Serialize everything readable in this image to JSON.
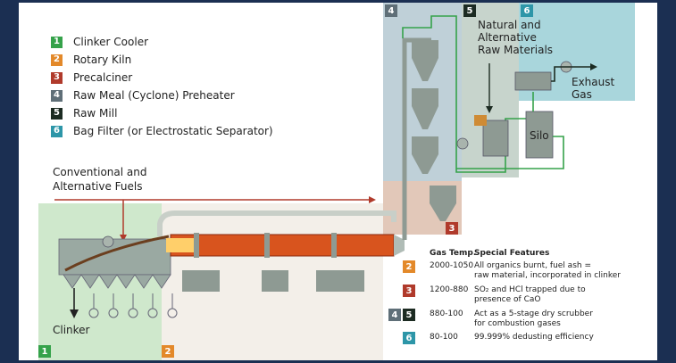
{
  "colors": {
    "c1": "#35a24a",
    "c2": "#e3892a",
    "c3": "#b03a2b",
    "c4": "#5f6f78",
    "c5": "#1c2b22",
    "c6": "#2d96a8",
    "page_bg": "#1b2f52"
  },
  "legend": [
    {
      "num": "1",
      "label": "Clinker Cooler",
      "color": "#35a24a"
    },
    {
      "num": "2",
      "label": "Rotary Kiln",
      "color": "#e3892a"
    },
    {
      "num": "3",
      "label": "Precalciner",
      "color": "#b03a2b"
    },
    {
      "num": "4",
      "label": "Raw Meal (Cyclone) Preheater",
      "color": "#5f6f78"
    },
    {
      "num": "5",
      "label": "Raw Mill",
      "color": "#1c2b22"
    },
    {
      "num": "6",
      "label": "Bag Filter (or Electrostatic Separator)",
      "color": "#2d96a8"
    }
  ],
  "diagram": {
    "fuels_line1": "Conventional and",
    "fuels_line2": "Alternative Fuels",
    "raw_line1": "Natural and",
    "raw_line2": "Alternative",
    "raw_line3": "Raw Materials",
    "exhaust_line1": "Exhaust",
    "exhaust_line2": "Gas",
    "silo": "Silo",
    "clinker": "Clinker",
    "zone_badges": {
      "cooler": "1",
      "kiln": "2",
      "precalciner": "3",
      "preheater": "4",
      "mill": "5",
      "filter": "6"
    }
  },
  "table": {
    "header_temp": "Gas Temp.",
    "header_features": "Special Features",
    "rows": [
      {
        "badges": [
          "2"
        ],
        "temp": "2000-1050",
        "line1": "All organics burnt, fuel ash =",
        "line2": "raw material, incorporated in clinker"
      },
      {
        "badges": [
          "3"
        ],
        "temp": "1200-880",
        "line1": "SO₂ and HCl trapped due to",
        "line2": "presence of CaO"
      },
      {
        "badges": [
          "4",
          "5"
        ],
        "temp": "880-100",
        "line1": "Act as a 5-stage dry scrubber",
        "line2": "for combustion gases"
      },
      {
        "badges": [
          "6"
        ],
        "temp": "80-100",
        "line1": "99.999% dedusting efficiency",
        "line2": ""
      }
    ]
  }
}
